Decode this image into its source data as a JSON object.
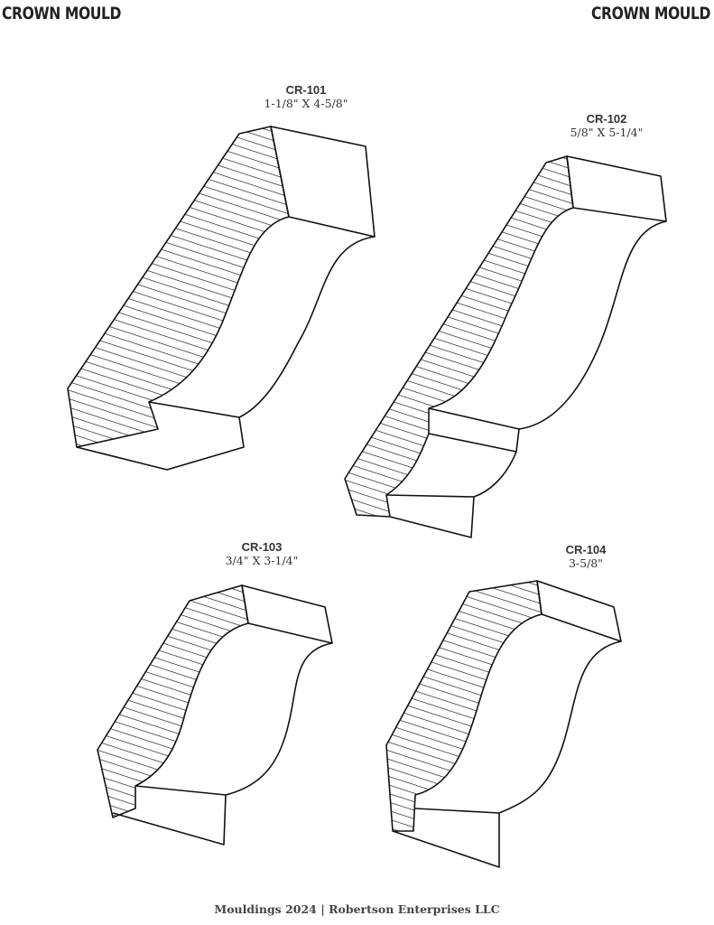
{
  "header": {
    "left_title": "CROWN MOULD",
    "right_title": "CROWN MOULD"
  },
  "profiles": [
    {
      "code": "CR-101",
      "dimensions": "1-1/8\" X 4-5/8\""
    },
    {
      "code": "CR-102",
      "dimensions": "5/8\" X 5-1/4\""
    },
    {
      "code": "CR-103",
      "dimensions": "3/4\" X 3-1/4\""
    },
    {
      "code": "CR-104",
      "dimensions": "3-5/8\""
    }
  ],
  "footer": {
    "text": "Mouldings 2024 | Robertson Enterprises LLC"
  }
}
